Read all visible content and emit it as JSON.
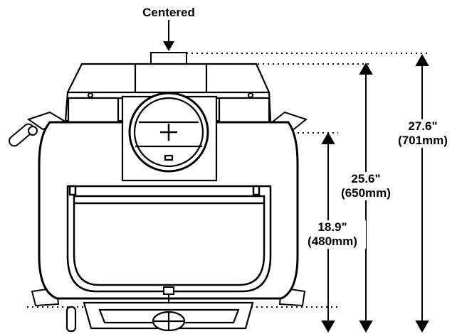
{
  "title_label": "Centered",
  "dimensions": [
    {
      "inches": "27.6\"",
      "mm": "(701mm)"
    },
    {
      "inches": "25.6\"",
      "mm": "(650mm)"
    },
    {
      "inches": "18.9\"",
      "mm": "(480mm)"
    }
  ]
}
